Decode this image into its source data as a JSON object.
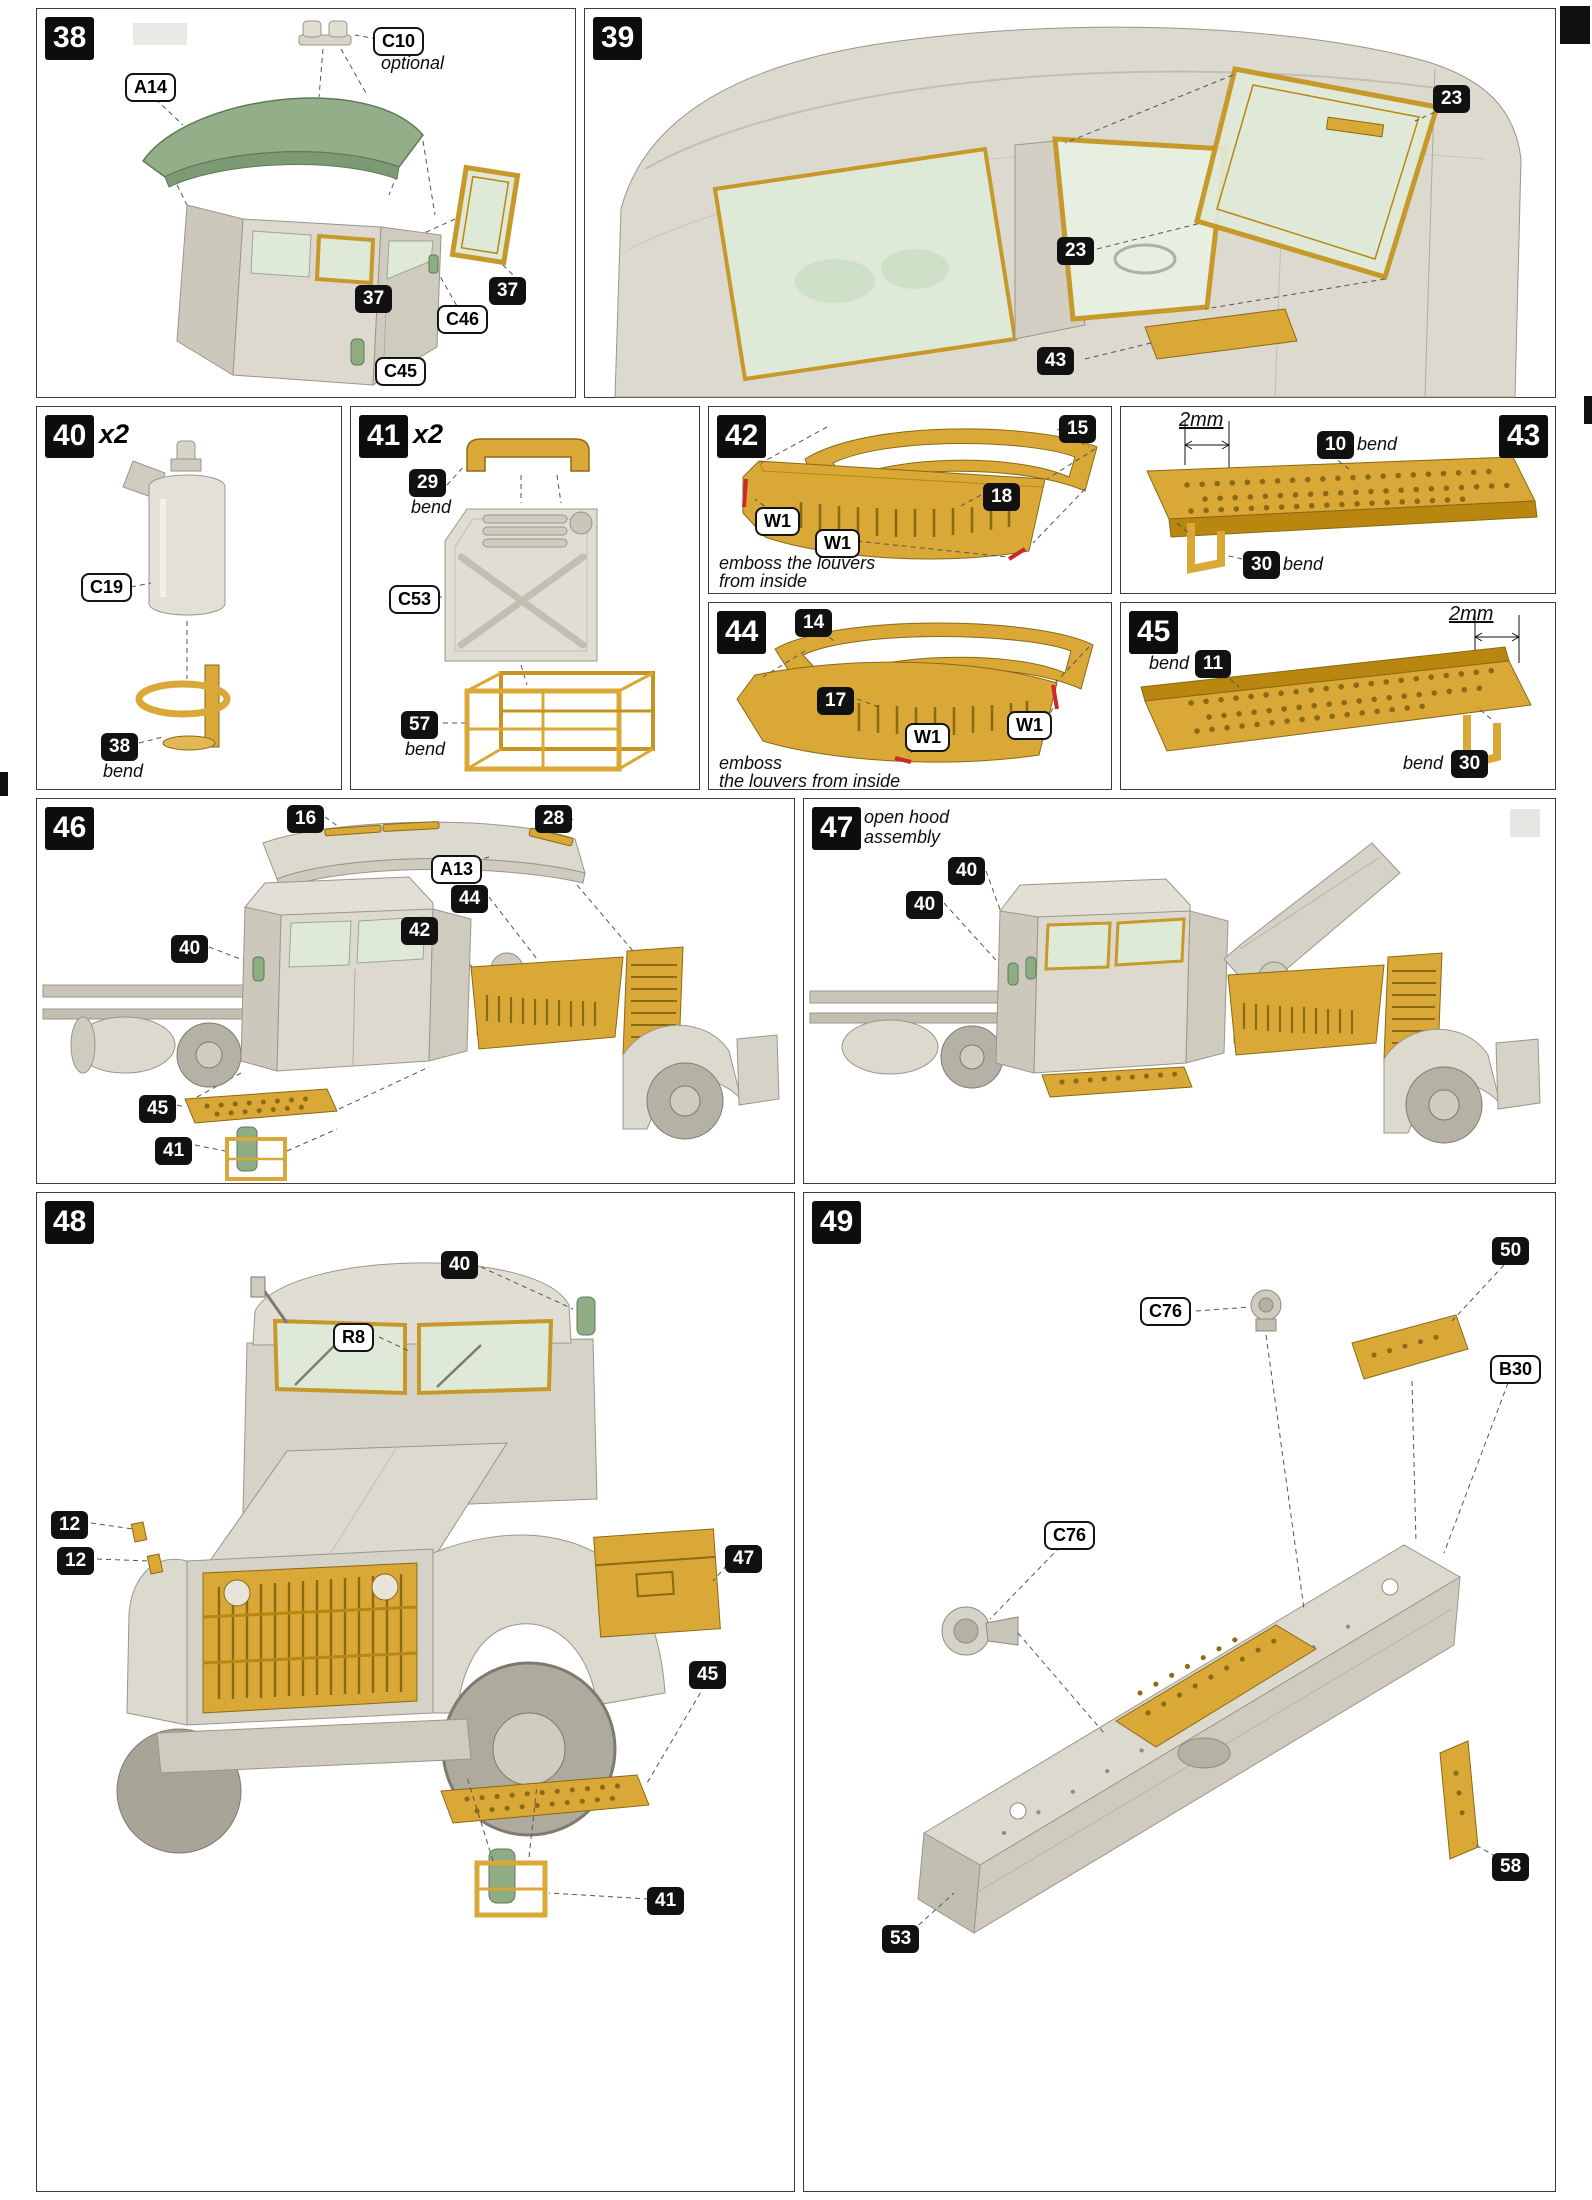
{
  "colors": {
    "pe_brass": "#d9a837",
    "pe_brass_dark": "#8a6a14",
    "plastic_grey": "#dcd9cf",
    "roof_green": "#93ae88",
    "glass_green": "#dfe9d8",
    "badge_black": "#0d0d0d",
    "marker_red": "#cc2a2a"
  },
  "panels": {
    "p38": {
      "step": "38",
      "callouts": {
        "c10": {
          "label": "C10",
          "note": "optional"
        },
        "a14": {
          "label": "A14"
        },
        "n37a": {
          "label": "37"
        },
        "n37b": {
          "label": "37"
        },
        "c46": {
          "label": "C46"
        },
        "c45": {
          "label": "C45"
        }
      }
    },
    "p39": {
      "step": "39",
      "callouts": {
        "n23a": {
          "label": "23"
        },
        "n23b": {
          "label": "23"
        },
        "n43": {
          "label": "43"
        }
      }
    },
    "p40": {
      "step": "40",
      "multiplier": "x2",
      "callouts": {
        "c19": {
          "label": "C19"
        },
        "n38": {
          "label": "38",
          "note": "bend"
        }
      }
    },
    "p41": {
      "step": "41",
      "multiplier": "x2",
      "callouts": {
        "n29": {
          "label": "29",
          "note": "bend"
        },
        "c53": {
          "label": "C53"
        },
        "n57": {
          "label": "57",
          "note": "bend"
        }
      }
    },
    "p42": {
      "step": "42",
      "note_line1": "emboss the louvers",
      "note_line2": "from inside",
      "callouts": {
        "n15": {
          "label": "15"
        },
        "n18": {
          "label": "18"
        },
        "w1a": {
          "label": "W1"
        },
        "w1b": {
          "label": "W1"
        }
      }
    },
    "p43": {
      "step": "43",
      "measure": "2mm",
      "callouts": {
        "n10": {
          "label": "10",
          "note": "bend"
        },
        "n30": {
          "label": "30",
          "note": "bend"
        }
      }
    },
    "p44": {
      "step": "44",
      "note_line1": "emboss",
      "note_line2": "the louvers from inside",
      "callouts": {
        "n14": {
          "label": "14"
        },
        "n17": {
          "label": "17"
        },
        "w1a": {
          "label": "W1"
        },
        "w1b": {
          "label": "W1"
        }
      }
    },
    "p45": {
      "step": "45",
      "measure": "2mm",
      "callouts": {
        "n11": {
          "label": "11",
          "note": "bend"
        },
        "n30": {
          "label": "30",
          "note": "bend"
        }
      }
    },
    "p46": {
      "step": "46",
      "callouts": {
        "n16": {
          "label": "16"
        },
        "n28": {
          "label": "28"
        },
        "a13": {
          "label": "A13"
        },
        "n44": {
          "label": "44"
        },
        "n42": {
          "label": "42"
        },
        "n40": {
          "label": "40"
        },
        "n45": {
          "label": "45"
        },
        "n41": {
          "label": "41"
        }
      }
    },
    "p47": {
      "step": "47",
      "note_line1": "open hood",
      "note_line2": "assembly",
      "callouts": {
        "n40a": {
          "label": "40"
        },
        "n40b": {
          "label": "40"
        }
      }
    },
    "p48": {
      "step": "48",
      "callouts": {
        "n40": {
          "label": "40"
        },
        "r8": {
          "label": "R8"
        },
        "n12a": {
          "label": "12"
        },
        "n12b": {
          "label": "12"
        },
        "n47": {
          "label": "47"
        },
        "n45": {
          "label": "45"
        },
        "n41": {
          "label": "41"
        }
      }
    },
    "p49": {
      "step": "49",
      "callouts": {
        "n50": {
          "label": "50"
        },
        "c76a": {
          "label": "C76"
        },
        "c76b": {
          "label": "C76"
        },
        "b30": {
          "label": "B30"
        },
        "n58": {
          "label": "58"
        },
        "n53": {
          "label": "53"
        }
      }
    }
  }
}
